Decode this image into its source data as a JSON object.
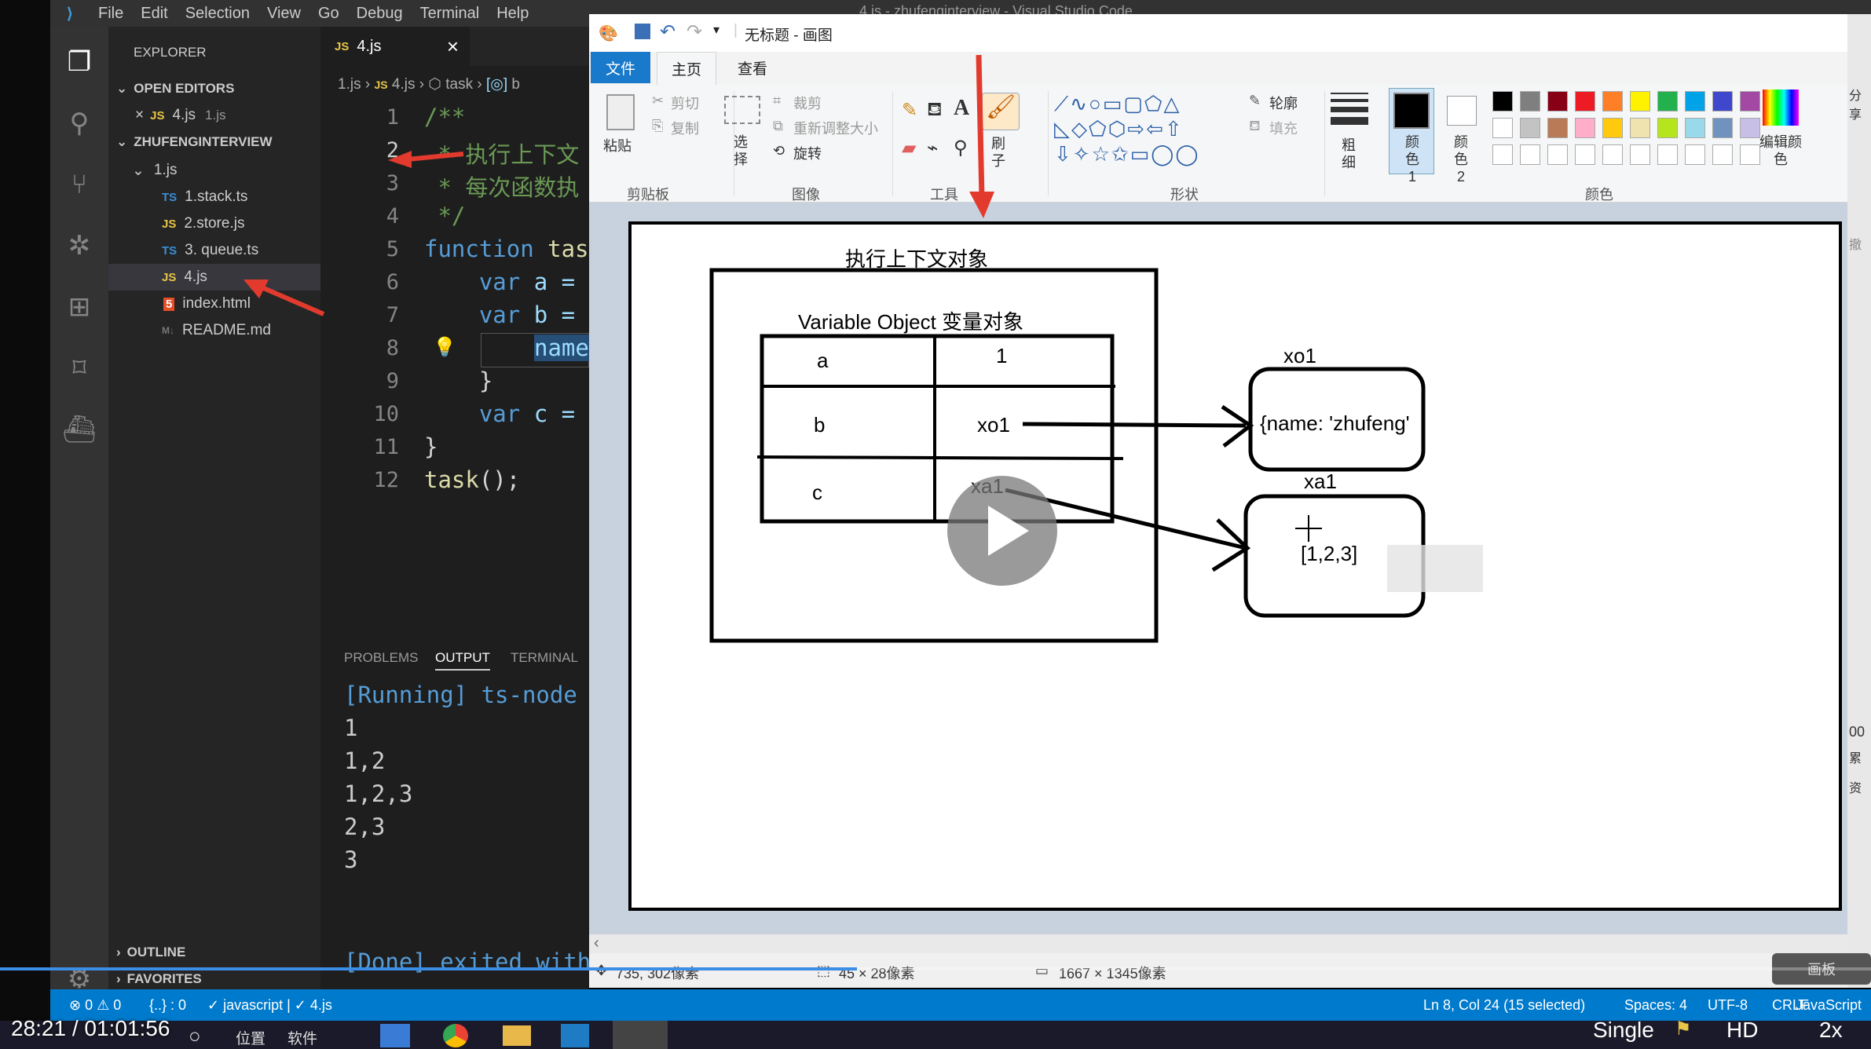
{
  "vscode": {
    "menu": [
      "File",
      "Edit",
      "Selection",
      "View",
      "Go",
      "Debug",
      "Terminal",
      "Help"
    ],
    "window_title": "4.js - zhufenginterview - Visual Studio Code",
    "sidebar": {
      "title": "EXPLORER",
      "open_editors_header": "OPEN EDITORS",
      "open_editor_item": {
        "icon": "JS",
        "name": "4.js",
        "path": "1.js"
      },
      "project_header": "ZHUFENGINTERVIEW",
      "folder": "1.js",
      "files": [
        {
          "icon": "TS",
          "name": "1.stack.ts"
        },
        {
          "icon": "JS",
          "name": "2.store.js"
        },
        {
          "icon": "TS",
          "name": "3. queue.ts"
        },
        {
          "icon": "JS",
          "name": "4.js"
        },
        {
          "icon": "5",
          "name": "index.html"
        },
        {
          "icon": "M↓",
          "name": "README.md"
        }
      ],
      "outline": "OUTLINE",
      "favorites": "FAVORITES"
    },
    "tab": {
      "icon": "JS",
      "name": "4.js",
      "close": "×"
    },
    "breadcrumb": {
      "a": "1.js",
      "b": "JS",
      "c": "4.js",
      "d": "task",
      "e": "b"
    },
    "line_numbers": [
      "1",
      "2",
      "3",
      "4",
      "5",
      "6",
      "7",
      "8",
      "9",
      "10",
      "11",
      "12"
    ],
    "code": {
      "l1": "/**",
      "l2": " * 执行上下文",
      "l3": " * 每次函数执",
      "l4": " */",
      "l5a": "function ",
      "l5b": "tas",
      "l6a": "    var ",
      "l6b": "a =",
      "l7a": "    var ",
      "l7b": "b =",
      "l8": "name",
      "l9": "    }",
      "l10a": "    var ",
      "l10b": "c =",
      "l11": "}",
      "l12a": "task",
      "l12b": "();"
    },
    "panel_tabs": [
      "PROBLEMS",
      "OUTPUT",
      "TERMINAL"
    ],
    "output": [
      "[Running] ts-node",
      "1",
      "1,2",
      "1,2,3",
      "2,3",
      "3",
      "[Done] exited with"
    ],
    "status": {
      "errors": "⊗ 0 ⚠ 0",
      "braces": "{..} : 0",
      "lang_check": "✓ javascript | ✓ 4.js",
      "position": "Ln 8, Col 24 (15 selected)",
      "spaces": "Spaces: 4",
      "encoding": "UTF-8",
      "eol": "CRLF",
      "language": "JavaScript"
    }
  },
  "paint": {
    "title": "无标题 - 画图",
    "tabs": [
      "文件",
      "主页",
      "查看"
    ],
    "clipboard": {
      "paste": "粘贴",
      "cut": "剪切",
      "copy": "复制",
      "group": "剪贴板"
    },
    "image": {
      "select": "选择",
      "crop": "裁剪",
      "resize": "重新调整大小",
      "rotate": "旋转",
      "group": "图像"
    },
    "tools": {
      "group": "工具",
      "brush": "刷子"
    },
    "shapes": {
      "outline": "轮廓",
      "fill": "填充",
      "group": "形状"
    },
    "size": "粗细",
    "color1": "颜色 1",
    "color2": "颜色 2",
    "colors_group": "颜色",
    "edit_colors": "编辑颜色",
    "palette_row1": [
      "#000000",
      "#7f7f7f",
      "#880015",
      "#ed1c24",
      "#ff7f27",
      "#fff200",
      "#22b14c",
      "#00a2e8",
      "#3f48cc",
      "#a349a4"
    ],
    "palette_row2": [
      "#ffffff",
      "#c3c3c3",
      "#b97a57",
      "#ffaec9",
      "#ffc90e",
      "#efe4b0",
      "#b5e61d",
      "#99d9ea",
      "#7092be",
      "#c8bfe7"
    ],
    "status": {
      "cursor": "735, 302像素",
      "selection": "45 × 28像素",
      "size": "1667 × 1345像素"
    }
  },
  "diagram": {
    "context": "执行上下文对象",
    "vo": "Variable Object 变量对象",
    "rows": [
      {
        "k": "a",
        "v": "1"
      },
      {
        "k": "b",
        "v": "xo1"
      },
      {
        "k": "c",
        "v": "xa1"
      }
    ],
    "obj_label": "xo1",
    "obj_text": "{name: 'zhufeng'",
    "arr_label": "xa1",
    "arr_text": "[1,2,3]"
  },
  "video": {
    "time": "28:21 / 01:01:56",
    "progress": 0.458,
    "single": "Single",
    "hd": "HD",
    "speed": "2x"
  },
  "taskbar": {
    "loc": "位置",
    "soft": "软件"
  },
  "rightstrip": [
    "分享",
    "撤",
    "00",
    "累",
    "资"
  ],
  "overlay_label": "画板"
}
